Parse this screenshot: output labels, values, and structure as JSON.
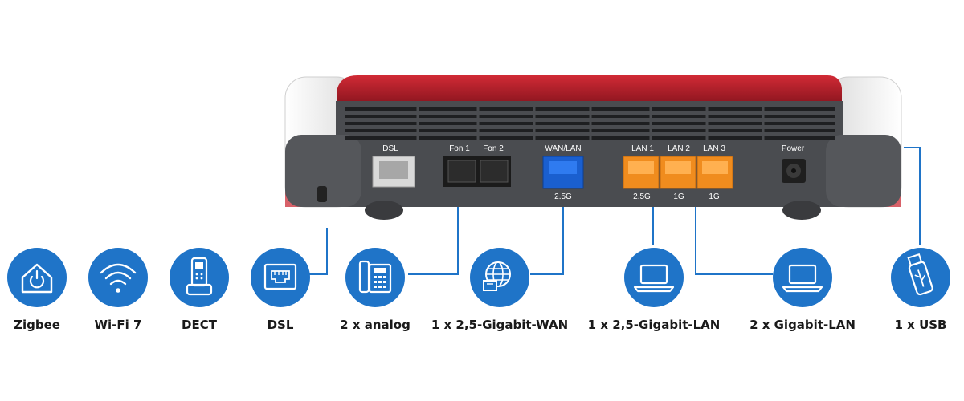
{
  "router": {
    "ports": {
      "dsl": "DSL",
      "fon1": "Fon 1",
      "fon2": "Fon 2",
      "wan": "WAN/LAN",
      "lan1": "LAN 1",
      "lan2": "LAN 2",
      "lan3": "LAN 3",
      "power": "Power"
    },
    "speeds": {
      "wan": "2.5G",
      "lan1": "2.5G",
      "lan2": "1G",
      "lan3": "1G"
    }
  },
  "features": [
    {
      "label": "Zigbee",
      "icon": "home-power-icon"
    },
    {
      "label": "Wi-Fi 7",
      "icon": "wifi-icon"
    },
    {
      "label": "DECT",
      "icon": "cordless-phone-icon"
    },
    {
      "label": "DSL",
      "icon": "ethernet-port-icon"
    },
    {
      "label": "2 x analog",
      "icon": "desk-phone-icon"
    },
    {
      "label": "1 x 2,5-Gigabit-WAN",
      "icon": "globe-network-icon"
    },
    {
      "label": "1 x 2,5-Gigabit-LAN",
      "icon": "laptop-icon"
    },
    {
      "label": "2 x Gigabit-LAN",
      "icon": "laptop-icon"
    },
    {
      "label": "1 x USB",
      "icon": "usb-stick-icon"
    }
  ],
  "colors": {
    "accent_blue": "#1f74c8",
    "router_red": "#b51e2b",
    "router_gray": "#4a4c50",
    "port_orange": "#f08c1e",
    "port_blue": "#1a5fcf"
  }
}
